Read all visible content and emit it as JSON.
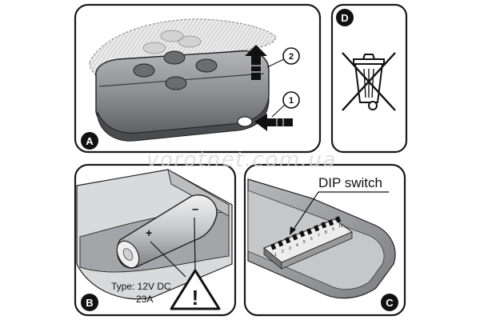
{
  "watermark": "vorotnet.com.ua",
  "panels": {
    "a": {
      "badge": "A",
      "steps": [
        "1",
        "2"
      ]
    },
    "b": {
      "badge": "B",
      "plus": "+",
      "minus": "–",
      "warning": "!",
      "battery_type": "Type: 12V DC",
      "battery_current": "23A"
    },
    "c": {
      "badge": "C",
      "dip_label": "DIP switch",
      "dip_numbers": [
        "1",
        "2",
        "3",
        "4",
        "5",
        "6",
        "7",
        "8",
        "9",
        "10"
      ]
    },
    "d": {
      "badge": "D"
    }
  },
  "colors": {
    "remote_body": "#8e8f92",
    "remote_dark": "#55565a",
    "battery_silver": "#c9cacc",
    "case_grey": "#9fa0a3",
    "dip_block": "#6a6b6e"
  },
  "icons": [
    "weee-crossed-bin-icon",
    "warning-triangle-icon",
    "push-arrow-icon",
    "lift-arrow-icon"
  ]
}
